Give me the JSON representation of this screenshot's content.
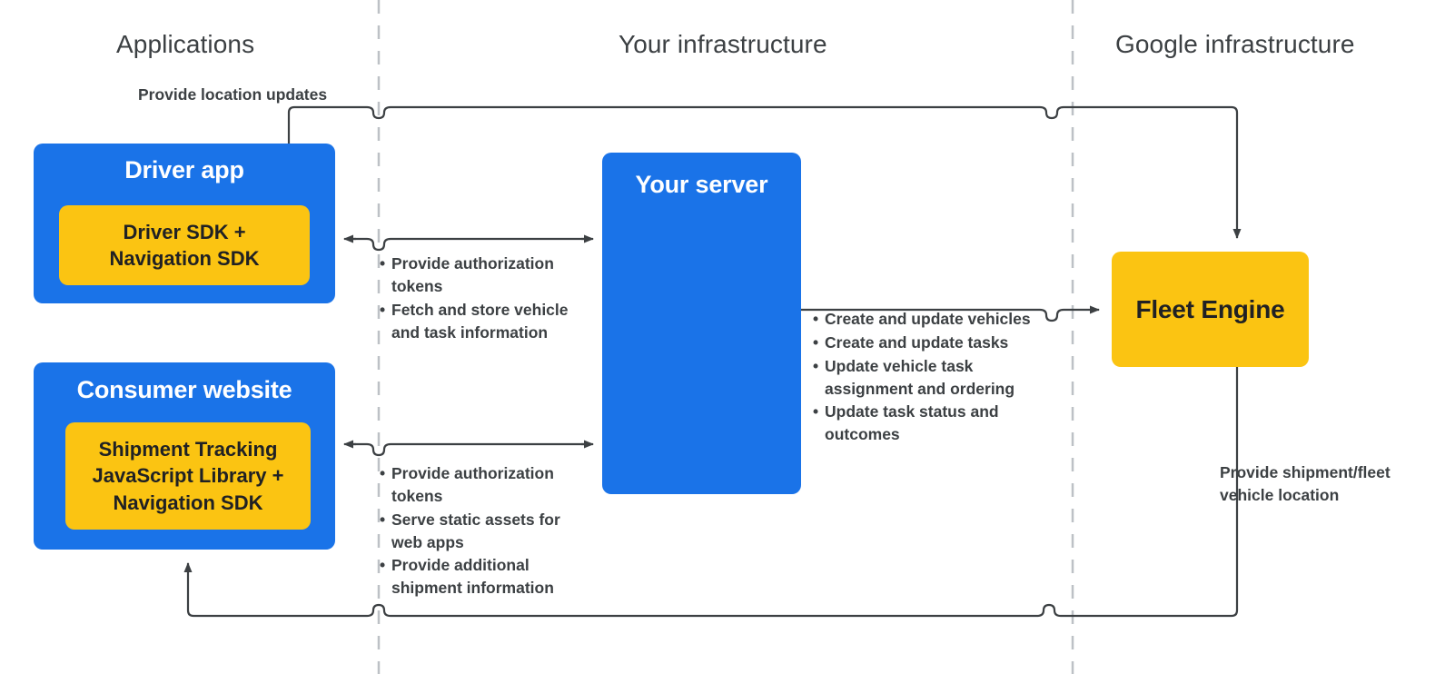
{
  "columns": [
    {
      "id": "applications",
      "label": "Applications"
    },
    {
      "id": "your-infrastructure",
      "label": "Your infrastructure"
    },
    {
      "id": "google-infrastructure",
      "label": "Google infrastructure"
    }
  ],
  "nodes": {
    "driver_app": {
      "title": "Driver app",
      "inner_label": "Driver SDK +\nNavigation SDK",
      "color": "#1a73e8",
      "inner_color": "#fbc412"
    },
    "consumer_website": {
      "title": "Consumer website",
      "inner_label": "Shipment Tracking\nJavaScript Library  +\nNavigation SDK",
      "color": "#1a73e8",
      "inner_color": "#fbc412"
    },
    "your_server": {
      "title": "Your server",
      "color": "#1a73e8"
    },
    "fleet_engine": {
      "title": "Fleet Engine",
      "color": "#fbc412",
      "text_color": "#202124"
    }
  },
  "annotations": {
    "location_updates": "Provide location updates",
    "shipment_location": "Provide shipment/fleet vehicle location"
  },
  "flows": {
    "driver_app_to_server": [
      "Provide authorization tokens",
      "Fetch and store vehicle and task information"
    ],
    "consumer_website_to_server": [
      "Provide authorization tokens",
      "Serve static assets for web apps",
      "Provide additional shipment information"
    ],
    "server_to_fleet_engine": [
      "Create and update vehicles",
      "Create and update tasks",
      "Update vehicle task assignment and ordering",
      "Update task status and outcomes"
    ]
  },
  "style": {
    "background": "#ffffff",
    "divider_color": "#bdc1c6",
    "connector_color": "#3c4043",
    "header_text_color": "#3c4043"
  }
}
